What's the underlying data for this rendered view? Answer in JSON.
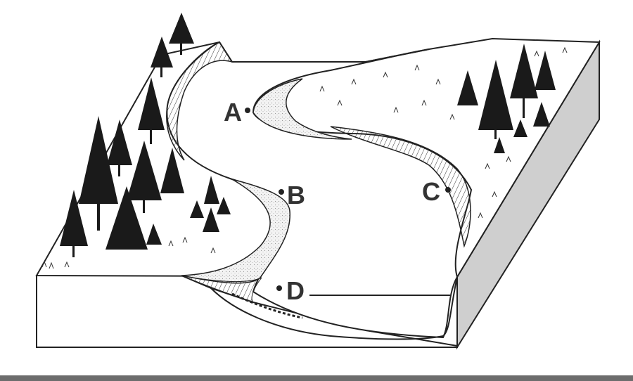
{
  "labels": {
    "a": "A",
    "b": "B",
    "c": "C",
    "d": "D"
  },
  "colors": {
    "ink": "#222222",
    "side_shade": "#cfcfcf",
    "sand": "#eeeeee",
    "tree": "#1a1a1a"
  }
}
